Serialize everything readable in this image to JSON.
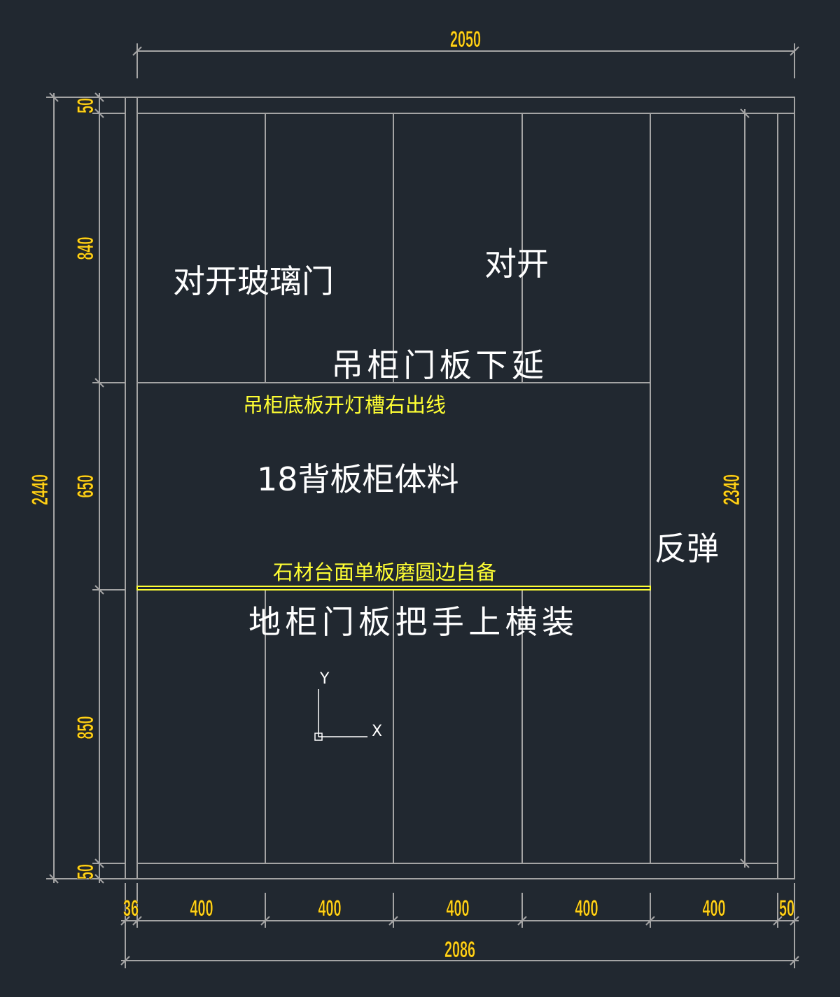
{
  "colors": {
    "background": "#212830",
    "lines": "#a4a4a4",
    "dimension_text": "#ffd21a",
    "annotation_yellow": "#ffff33",
    "annotation_white": "#ffffff"
  },
  "dimensions": {
    "top_width": "2050",
    "bottom_total": "2086",
    "left_total": "2440",
    "right_height": "2340",
    "left_segments": [
      "50",
      "840",
      "650",
      "850",
      "50"
    ],
    "bottom_segments": [
      "36",
      "400",
      "400",
      "400",
      "400",
      "400",
      "50"
    ]
  },
  "annotations": {
    "glass_door": "对开玻璃门",
    "double_open": "对开",
    "upper_door_extend": "吊柜门板下延",
    "light_slot": "吊柜底板开灯槽右出线",
    "back_panel": "18背板柜体料",
    "stone_top": "石材台面单板磨圆边自备",
    "push_open": "反弹",
    "base_handle": "地柜门板把手上横装"
  },
  "ucs": {
    "x_label": "X",
    "y_label": "Y"
  }
}
